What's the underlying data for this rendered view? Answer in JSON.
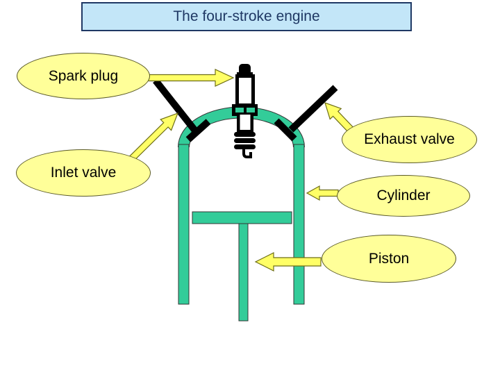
{
  "title": {
    "text": "The four-stroke engine"
  },
  "labels": {
    "spark_plug": "Spark plug",
    "inlet_valve": "Inlet valve",
    "exhaust_valve": "Exhaust valve",
    "cylinder": "Cylinder",
    "piston": "Piston"
  },
  "colors": {
    "slide_bg": "#ffffff",
    "title_bg": "#c3e6f8",
    "title_border": "#1f3864",
    "title_text": "#1f3864",
    "label_fill": "#ffff99",
    "label_border": "#595927",
    "arrow_fill": "#ffff66",
    "arrow_border": "#6e6e16",
    "engine_green": "#33cc99",
    "engine_outline": "#333333",
    "valve_black": "#000000"
  }
}
